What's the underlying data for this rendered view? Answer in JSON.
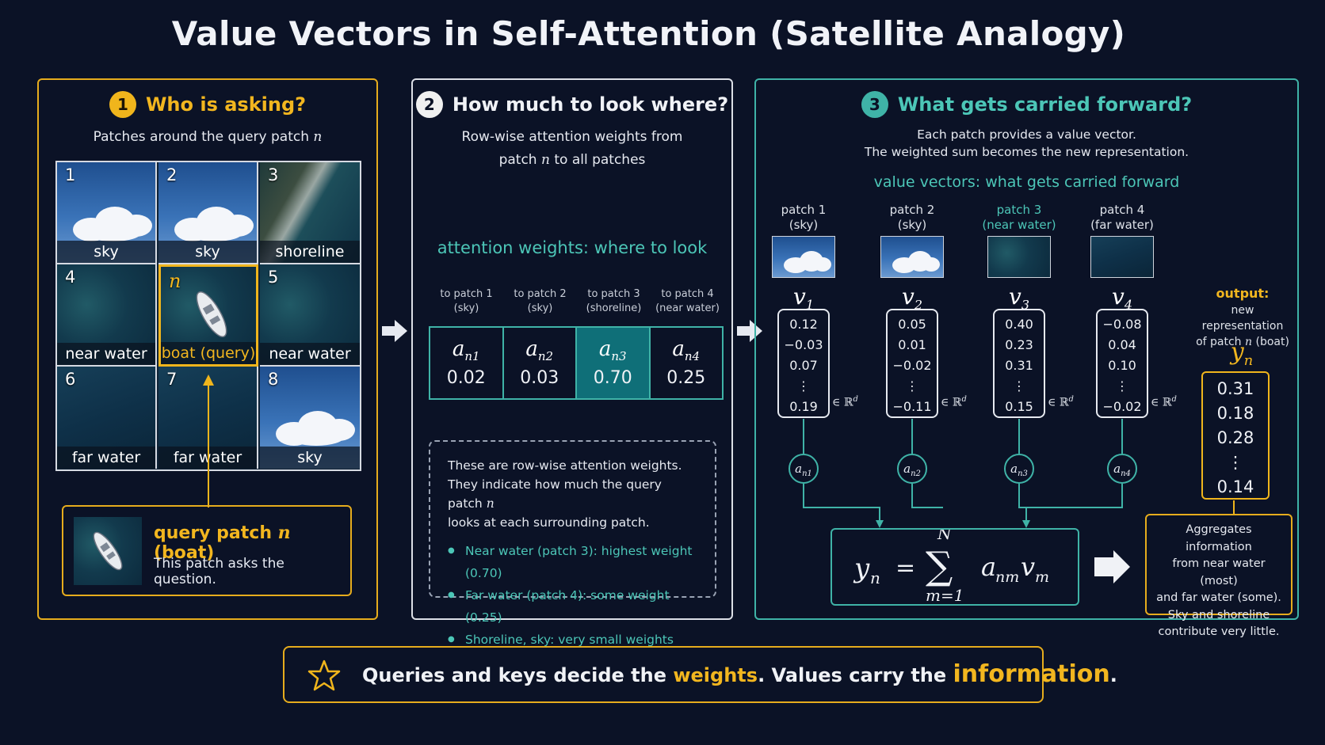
{
  "title": "Value Vectors in Self-Attention (Satellite Analogy)",
  "panel1": {
    "number": "1",
    "heading": "Who is asking?",
    "subtitle_pre": "Patches around the query patch",
    "subtitle_var": "n",
    "grid": [
      {
        "num": "1",
        "label": "sky",
        "kind": "sky"
      },
      {
        "num": "2",
        "label": "sky",
        "kind": "sky"
      },
      {
        "num": "3",
        "label": "shoreline",
        "kind": "shore"
      },
      {
        "num": "4",
        "label": "near water",
        "kind": "water"
      },
      {
        "num": "n",
        "label": "boat (query)",
        "kind": "query"
      },
      {
        "num": "5",
        "label": "near water",
        "kind": "water"
      },
      {
        "num": "6",
        "label": "far water",
        "kind": "farwater"
      },
      {
        "num": "7",
        "label": "far water",
        "kind": "farwater"
      },
      {
        "num": "8",
        "label": "sky",
        "kind": "sky"
      }
    ],
    "query_box": {
      "title_pre": "query patch",
      "title_var": "n",
      "title_post": "(boat)",
      "text": "This patch asks the question."
    }
  },
  "panel2": {
    "number": "2",
    "heading": "How much to look where?",
    "subtitle_line1": "Row-wise attention weights from",
    "subtitle_line2_pre": "patch",
    "subtitle_line2_var": "n",
    "subtitle_line2_post": "to all patches",
    "weights_title": "attention weights: where to look",
    "columns": [
      {
        "head1": "to patch 1",
        "head2": "(sky)",
        "sym": "a",
        "sub": "n1",
        "value": "0.02",
        "highlight": false
      },
      {
        "head1": "to patch 2",
        "head2": "(sky)",
        "sym": "a",
        "sub": "n2",
        "value": "0.03",
        "highlight": false
      },
      {
        "head1": "to patch 3",
        "head2": "(shoreline)",
        "sym": "a",
        "sub": "n3",
        "value": "0.70",
        "highlight": true
      },
      {
        "head1": "to patch 4",
        "head2": "(near water)",
        "sym": "a",
        "sub": "n4",
        "value": "0.25",
        "highlight": false
      }
    ],
    "note_line1": "These are row-wise attention weights.",
    "note_line2_pre": "They indicate how much the query patch",
    "note_line2_var": "n",
    "note_line3": "looks at each surrounding patch.",
    "bullets": [
      "Near water (patch 3): highest weight (0.70)",
      "Far water (patch 4): some weight (0.25)",
      "Shoreline, sky: very small weights"
    ]
  },
  "panel3": {
    "number": "3",
    "heading": "What gets carried forward?",
    "subtitle_line1": "Each patch provides a value vector.",
    "subtitle_line2": "The weighted sum becomes the new representation.",
    "vectors_title": "value vectors: what gets carried forward",
    "vectors": [
      {
        "head1": "patch 1",
        "head2": "(sky)",
        "teal": false,
        "kind": "sky",
        "sym": "v",
        "sub": "1",
        "values": [
          "0.12",
          "−0.03",
          "0.07",
          "⋮",
          "0.19"
        ],
        "a_sub": "n1"
      },
      {
        "head1": "patch 2",
        "head2": "(sky)",
        "teal": false,
        "kind": "sky",
        "sym": "v",
        "sub": "2",
        "values": [
          "0.05",
          "0.01",
          "−0.02",
          "⋮",
          "−0.11"
        ],
        "a_sub": "n2"
      },
      {
        "head1": "patch 3",
        "head2": "(near water)",
        "teal": true,
        "kind": "water",
        "sym": "v",
        "sub": "3",
        "values": [
          "0.40",
          "0.23",
          "0.31",
          "⋮",
          "0.15"
        ],
        "a_sub": "n3"
      },
      {
        "head1": "patch 4",
        "head2": "(far water)",
        "teal": false,
        "kind": "farwater",
        "sym": "v",
        "sub": "4",
        "values": [
          "−0.08",
          "0.04",
          "0.10",
          "⋮",
          "−0.02"
        ],
        "a_sub": "n4"
      }
    ],
    "rd_label": "∈ ℝ",
    "rd_sup": "d",
    "a_sym": "a",
    "output_label": "output:",
    "output_line2": "new representation",
    "output_line3_pre": "of patch",
    "output_line3_var": "n",
    "output_line3_post": "(boat)",
    "y_sym": "y",
    "y_sub": "n",
    "y_values": [
      "0.31",
      "0.18",
      "0.28",
      "⋮",
      "0.14"
    ],
    "formula": {
      "lhs": "y",
      "lhs_sub": "n",
      "eq": "=",
      "sum_top": "N",
      "sum_bottom": "m=1",
      "sigma": "∑",
      "term_a": "a",
      "term_a_sub": "nm",
      "term_v": "v",
      "term_v_sub": "m"
    },
    "aggregate_text": [
      "Aggregates information",
      "from near water (most)",
      "and far water (some).",
      "Sky and shoreline",
      "contribute very little."
    ]
  },
  "bottom": {
    "part1": "Queries and keys decide the ",
    "part2": "weights",
    "part3": ". Values carry  the ",
    "part4": "information",
    "part5": "."
  },
  "colors": {
    "background": "#0b1226",
    "gold": "#f0b51c",
    "teal": "#3fb3a7",
    "highlight_cell": "#0f6f78"
  }
}
